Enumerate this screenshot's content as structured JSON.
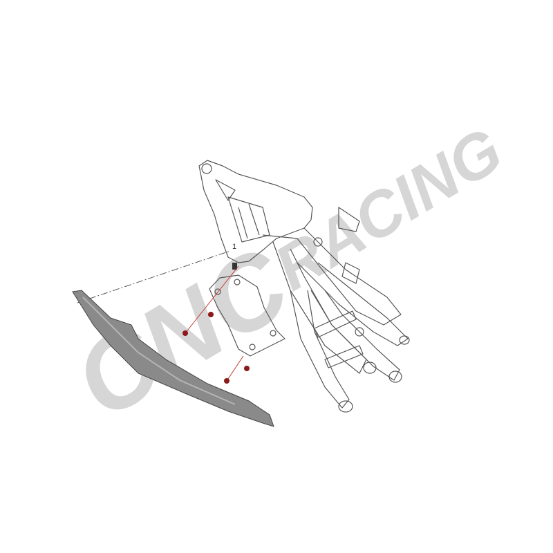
{
  "watermark": {
    "brand": "CNC",
    "suffix": "RACING",
    "color": "#d6d6d6"
  },
  "callout_label": "1",
  "colors": {
    "bolt": "#8b1a1a",
    "guide_line": "#c0392b",
    "part_fill": "#8a8a8a",
    "linework": "#555555"
  },
  "parts": [
    {
      "name": "rear-subframe"
    },
    {
      "name": "side-cover"
    },
    {
      "name": "mounting-bracket"
    },
    {
      "name": "bolt",
      "count": 4
    }
  ]
}
